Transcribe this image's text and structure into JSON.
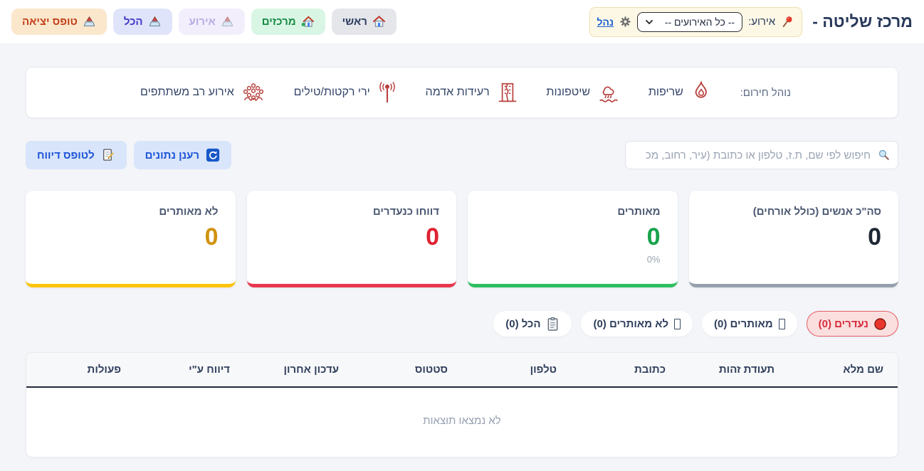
{
  "header": {
    "title": "מרכז שליטה -",
    "event_selector": {
      "label": "אירוע:",
      "selected_option": "-- כל האירועים --",
      "manage_link": "נהל"
    },
    "nav": [
      {
        "label": "ראשי",
        "icon": "house-icon"
      },
      {
        "label": "מרכזים",
        "icon": "house-garden-icon"
      },
      {
        "label": "אירוע",
        "icon": "eject-tray-icon"
      },
      {
        "label": "הכל",
        "icon": "eject-tray-icon"
      },
      {
        "label": "טופס יציאה",
        "icon": "eject-tray-icon"
      }
    ]
  },
  "procedures": {
    "label": "נוהל חירום:",
    "items": [
      {
        "label": "שריפות",
        "icon": "flame-icon"
      },
      {
        "label": "שיטפונות",
        "icon": "flood-icon"
      },
      {
        "label": "רעידות אדמה",
        "icon": "earthquake-icon"
      },
      {
        "label": "ירי רקטות/טילים",
        "icon": "siren-icon"
      },
      {
        "label": "אירוע רב משתתפים",
        "icon": "crowd-icon"
      }
    ]
  },
  "toolbar": {
    "search_placeholder": "חיפוש לפי שם, ת.ז, טלפון או כתובת (עיר, רחוב, מכ",
    "refresh_button": "רענן נתונים",
    "report_form_button": "לטופס דיווח"
  },
  "stats": [
    {
      "label": "סה\"כ אנשים (כולל אורחים)",
      "value": "0",
      "accent_color": "#96a0ac",
      "value_color": "#1d2735"
    },
    {
      "label": "מאותרים",
      "value": "0",
      "percent": "0%",
      "accent_color": "#2dbe60",
      "value_color": "#17a24b"
    },
    {
      "label": "דווחו כנעדרים",
      "value": "0",
      "accent_color": "#e8374e",
      "value_color": "#df2130"
    },
    {
      "label": "לא מאותרים",
      "value": "0",
      "accent_color": "#fcc40a",
      "value_color": "#d0930f"
    }
  ],
  "filters": [
    {
      "label": "נעדרים (0)",
      "icon": "red-circle-icon",
      "active": true
    },
    {
      "label": "מאותרים (0)",
      "icon": "missing-glyph-icon",
      "active": false
    },
    {
      "label": "לא מאותרים (0)",
      "icon": "missing-glyph-icon",
      "active": false
    },
    {
      "label": "הכל (0)",
      "icon": "clipboard-icon",
      "active": false
    }
  ],
  "table": {
    "headers": [
      "שם מלא",
      "תעודת זהות",
      "כתובת",
      "טלפון",
      "סטטוס",
      "עדכון אחרון",
      "דיווח ע\"י",
      "פעולות"
    ],
    "empty_text": "לא נמצאו תוצאות"
  }
}
